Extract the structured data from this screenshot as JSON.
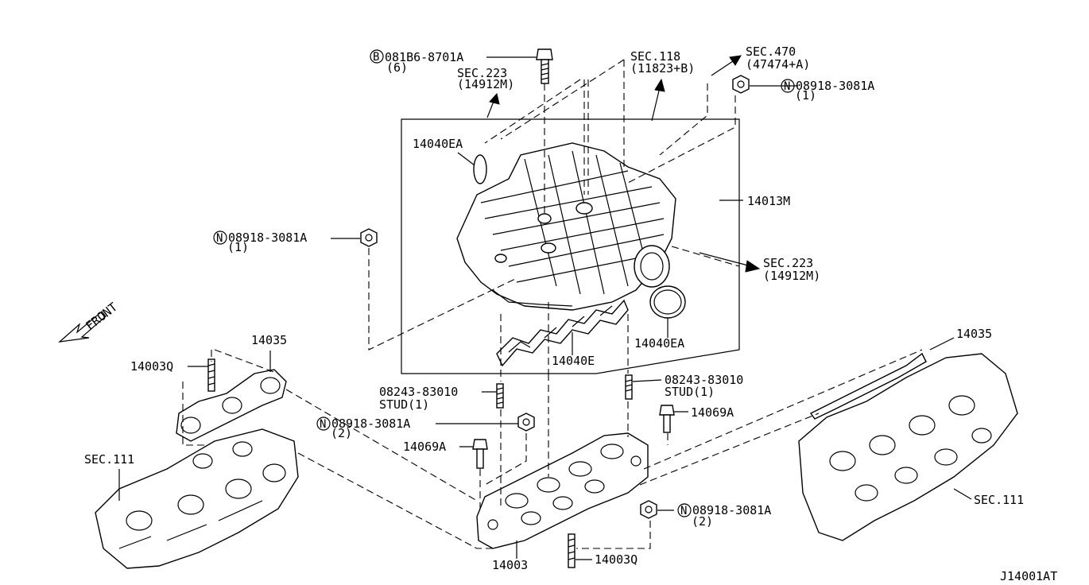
{
  "diagram_id": "J14001AT",
  "front_label": "FRONT",
  "labels": {
    "bolt_top": "081B6-8701A",
    "bolt_top_qty": "(6)",
    "sec223_top": "SEC.223",
    "sec223_top_ref": "(14912M)",
    "sec118": "SEC.118",
    "sec118_ref": "(11823+B)",
    "sec470": "SEC.470",
    "sec470_ref": "(47474+A)",
    "nut_top_right": "08918-3081A",
    "nut_top_right_qty": "(1)",
    "gasket_top": "14040EA",
    "collector": "14013M",
    "nut_left": "08918-3081A",
    "nut_left_qty": "(1)",
    "sec223_right": "SEC.223",
    "sec223_right_ref": "(14912M)",
    "gasket_right": "14040EA",
    "gasket_manifold": "14040E",
    "gasket_head_left": "14035",
    "stud_left": "14003Q",
    "stud_center": "08243-83010",
    "stud_center_desc": "STUD(1)",
    "stud_right": "08243-83010",
    "stud_right_desc": "STUD(1)",
    "nut_center": "08918-3081A",
    "nut_center_qty": "(2)",
    "bolt_right": "14069A",
    "bolt_left": "14069A",
    "sec111_left": "SEC.111",
    "gasket_head_right": "14035",
    "sec111_right": "SEC.111",
    "nut_bottom_right": "08918-3081A",
    "nut_bottom_right_qty": "(2)",
    "manifold": "14003",
    "stud_bottom": "14003Q"
  },
  "markers": {
    "bolt": "B",
    "nut": "N"
  }
}
